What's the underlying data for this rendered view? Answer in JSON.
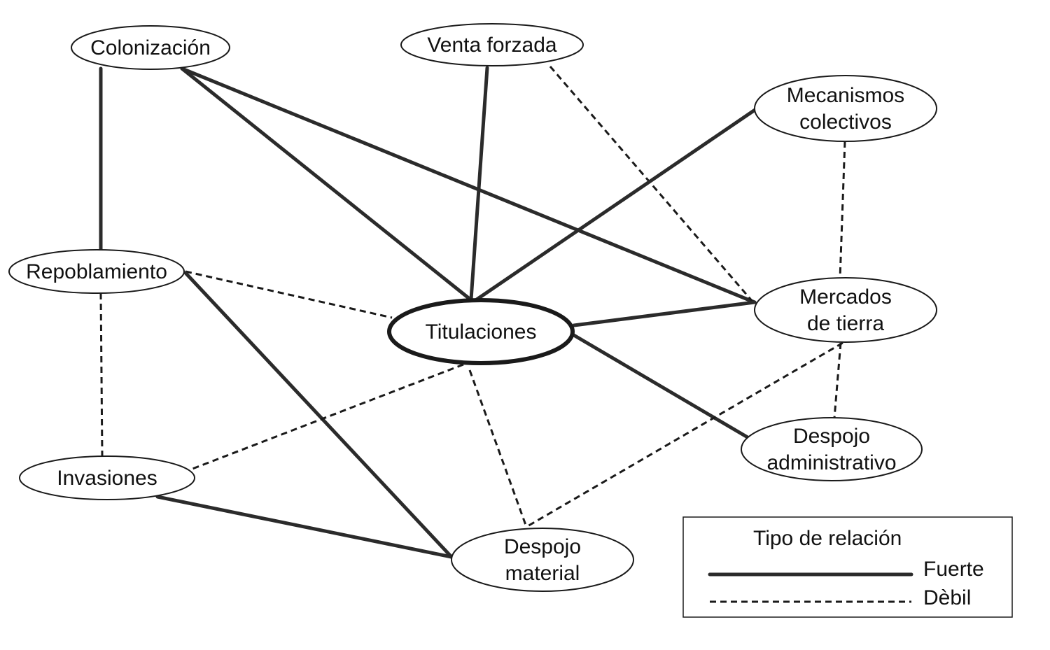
{
  "nodes": [
    {
      "id": "colonizacion",
      "lines": [
        "Colonización"
      ]
    },
    {
      "id": "venta",
      "lines": [
        "Venta forzada"
      ]
    },
    {
      "id": "mecanismos",
      "lines": [
        "Mecanismos",
        "colectivos"
      ]
    },
    {
      "id": "repoblamiento",
      "lines": [
        "Repoblamiento"
      ]
    },
    {
      "id": "titulaciones",
      "lines": [
        "Titulaciones"
      ]
    },
    {
      "id": "mercados",
      "lines": [
        "Mercados",
        "de tierra"
      ]
    },
    {
      "id": "despojo_adm",
      "lines": [
        "Despojo",
        "administrativo"
      ]
    },
    {
      "id": "invasiones",
      "lines": [
        "Invasiones"
      ]
    },
    {
      "id": "despojo_mat",
      "lines": [
        "Despojo",
        "material"
      ]
    }
  ],
  "edges": [
    {
      "from": "colonizacion",
      "to": "repoblamiento",
      "type": "strong"
    },
    {
      "from": "colonizacion",
      "to": "titulaciones",
      "type": "strong"
    },
    {
      "from": "colonizacion",
      "to": "mercados",
      "type": "strong"
    },
    {
      "from": "venta",
      "to": "titulaciones",
      "type": "strong"
    },
    {
      "from": "venta",
      "to": "mercados",
      "type": "weak"
    },
    {
      "from": "mecanismos",
      "to": "titulaciones",
      "type": "strong"
    },
    {
      "from": "mecanismos",
      "to": "mercados",
      "type": "weak"
    },
    {
      "from": "repoblamiento",
      "to": "titulaciones",
      "type": "weak"
    },
    {
      "from": "repoblamiento",
      "to": "invasiones",
      "type": "weak"
    },
    {
      "from": "repoblamiento",
      "to": "despojo_mat",
      "type": "strong"
    },
    {
      "from": "titulaciones",
      "to": "mercados",
      "type": "strong"
    },
    {
      "from": "titulaciones",
      "to": "despojo_adm",
      "type": "strong"
    },
    {
      "from": "titulaciones",
      "to": "invasiones",
      "type": "weak"
    },
    {
      "from": "titulaciones",
      "to": "despojo_mat",
      "type": "weak"
    },
    {
      "from": "mercados",
      "to": "despojo_adm",
      "type": "weak"
    },
    {
      "from": "mercados",
      "to": "despojo_mat",
      "type": "weak"
    },
    {
      "from": "invasiones",
      "to": "despojo_mat",
      "type": "strong"
    }
  ],
  "legend": {
    "title": "Tipo de relación",
    "strong_label": "Fuerte",
    "weak_label": "Dèbil"
  }
}
